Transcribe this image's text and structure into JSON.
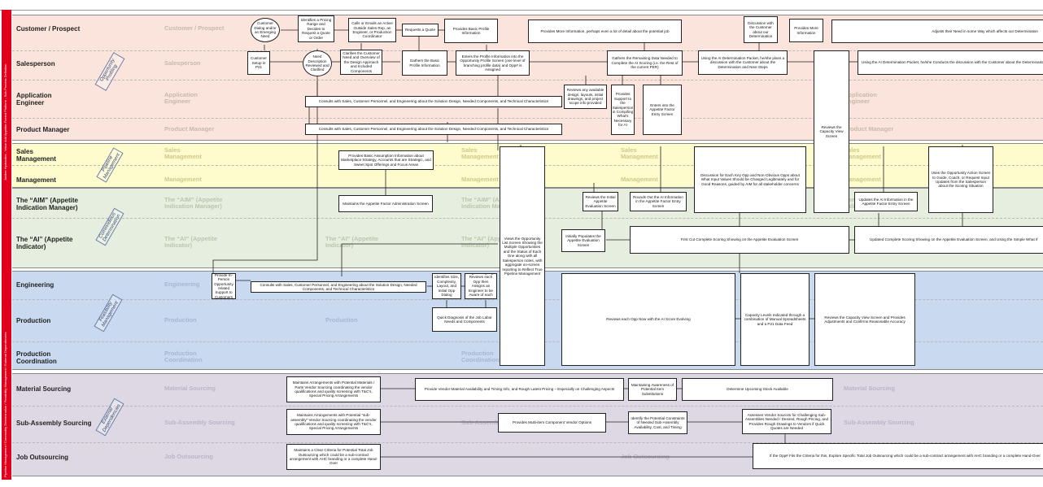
{
  "side_text": {
    "top": "Jubilee Hydraulics - Value Add Appetite-Fueled Platform - Sub-Process Definition",
    "bottom": "Pipeline Management / Commodity Determination / Feasibility Management / External Dependencies"
  },
  "lanes": [
    {
      "label": "Customer / Prospect",
      "ghost": "Customer / Prospect"
    },
    {
      "label": "Salesperson",
      "ghost": "Salesperson"
    },
    {
      "label": "Application Engineer",
      "ghost": "Application Engineer"
    },
    {
      "label": "Product Manager",
      "ghost": "Product Manager"
    },
    {
      "label": "Sales Management",
      "ghost": "Sales Management"
    },
    {
      "label": "Management",
      "ghost": "Management"
    },
    {
      "label": "The “AIM” (Appetite Indication Manager)",
      "ghost": "The “AIM” (Appetite Indication Manager)"
    },
    {
      "label": "The “AI” (Appetite Indicator)",
      "ghost": "The “AI” (Appetite Indicator)"
    },
    {
      "label": "Engineering",
      "ghost": "Engineering"
    },
    {
      "label": "Production",
      "ghost": "Production"
    },
    {
      "label": "Production Coordination",
      "ghost": "Production Coordination"
    },
    {
      "label": "Material Sourcing",
      "ghost": "Material Sourcing"
    },
    {
      "label": "Sub-Assembly Sourcing",
      "ghost": "Sub-Assembly Sourcing"
    },
    {
      "label": "Job Outsourcing",
      "ghost": "Job Outsourcing"
    }
  ],
  "groups": {
    "opportunity": "Opportunity Profiling",
    "pipeline": "Pipeline Management",
    "commodious": "Commodious Determination",
    "feasibility": "Feasibility Management",
    "external": "External Dependencies"
  },
  "boxes": {
    "c1": "Customer Dialog and/or an Emerging Need",
    "c2": "Identifies a Pricing Range and Decides to Request a Quote or Order",
    "c3": "Calls or Emails an Active Outside Sales Rep, an Engineer, or Production Coordinator",
    "c4": "Requests a Quote",
    "c5": "Provides Basic Profile Information",
    "c6": "Provides More Information, perhaps even a lot of detail about the potential job",
    "c7": "Discussion with the Customer about our Determination",
    "c8": "Provides More Information",
    "c9": "Adjusts their Need in some Way which affects our Determination",
    "s1": "Customer Setup in P21",
    "s2": "Need Description Reviewed and Clarified",
    "s3": "Clarifies the Customer Need and Overview of the Design Approach and Included Components",
    "s4": "Gathers the Basic Profile Information",
    "s5": "Enters the Profile Information into the Opportunity Profile Screen (one level of branching profile data) and Opp# is Assigned",
    "s6": "Gathers the Remaining Data Needed to Complete the AI Scoring (i.e. the Rest of the current PER)",
    "s7": "Using the AI Determination Packet, he/she plans a discussion with the Customer about the Determination and Next Steps",
    "s8": "Using the AI Determination Packet, he/she Conducts the discussion with the Customer about the Determination",
    "a1": "Consults with Sales, Customer Personnel, and Engineering about the Solution Design, Needed Components, and Technical Characteristics",
    "a2": "Reviews any available design, layouts, initial drawings, and project scope info provided",
    "a3": "Provides Support to the Salesperson in Compiling What's Necessary for AI",
    "a4": "Enters into the Appetite Factor Entry Screen",
    "p1": "Consults with Sales, Customer Personnel, and Engineering about the Solution Design, Needed Components, and Technical Characteristics",
    "v1": "Reviews the Capacity View Screen",
    "m1": "Provides Basic Assumption Information about Marketplace Strategy, Accounts that are Strategic, and Sweet Spot Offerings and Focus Areas",
    "m2": "Views the Opportunity List Screen Showing the Multiple Opportunities and the Status of Each One along with all Salesperson notes, with aggregate on-screen reporting to Reflect True Pipeline Management",
    "m3": "Discussion for Each Key Opp and Non-Obvious Opps about What Input Values Should be Changed Legitimately and for Good Reasons, guided by AIM for all stakeholder concerns",
    "m4": "Uses the Opportunity Action Screen to Guide, Coach, or Request Input Updates from the Salesperson about the Scoring Situation",
    "i1": "Maintains the Appetite Factor Administration Screen",
    "i2": "Reviews the Initial Appetite Evaluation Screen",
    "i3": "Rounds Out the AI Information in the Appetite Factor Entry Screen",
    "i4": "Updates the AI Information in the Appetite Factor Entry Screen",
    "i5": "Initially Populates the Appetite Evaluation Screen",
    "i6": "First Cut Complete Scoring Showing on the Appetite Evaluation Screen",
    "i7": "Updated Complete Scoring Showing on the Appetite Evaluation Screen, and Using the Simple What If",
    "e1": "Provide In-Person Opportunity related Support to Customers",
    "e2": "Consults with Sales, Customer Personnel, and Engineering about the Solution Design, Needed Components, and Technical Characteristics",
    "e3": "Identifies Size, Complexity, Layout, and Initial Opp Dialog",
    "e4": "Engineering Mgr Reviews each Opp then Assigns an Engineer to be Aware of each one",
    "e5": "Quick Diagnosis of the Job Labor Needs and Components",
    "e6": "Reviews each Opp Now with the AI Score Evolving",
    "e7": "Capacity Levels Indicated through a combination of Manual Spreadsheets and a P21 Data Feed",
    "e8": "Reviews the Capacity View Screen and Provides Adjustments and Confirms Reasonable Accuracy",
    "x1": "Maintains Arrangements with Potential Materials / Parts Vendor Sourcing coordinating the vendor qualifications and quality screening with T&C's, Special Pricing Arrangements",
    "x2": "Provide Vendor Material Availability and Timing Info, and Rough Latest Pricing – Especially on Challenging Aspects",
    "x3": "Maintaining Awareness of Potential Item Substitutions",
    "x4": "Determine Upcoming Stock Available",
    "x5": "Maintains Arrangements with Potential “sub-assembly” Vendor Sourcing coordinating the vendor qualifications and quality screening with T&C's, Special Pricing Arrangements",
    "x6": "Provides Multi-item Component Vendor Options",
    "x7": "Identify the Potential Constraints of Needed Sub-Assembly Availability, Cost, and Timing",
    "x8": "Assesses Vendor Sources for Challenging Sub-Assemblies Needed / Desired, Rough Pricing, and Provides Rough Drawings to Vendors if Quick Quotes are Needed",
    "x9": "Maintains a Clear Criteria for Potential Total Job Outsourcing which could be a sub-contract arrangement with AHC branding or a complete Hand-Over",
    "x10": "If the Opp# Fits the Criteria for this, Explore Specific Total Job Outsourcing which could be a sub-contract arrangement with AHC branding or a complete Hand-Over"
  }
}
